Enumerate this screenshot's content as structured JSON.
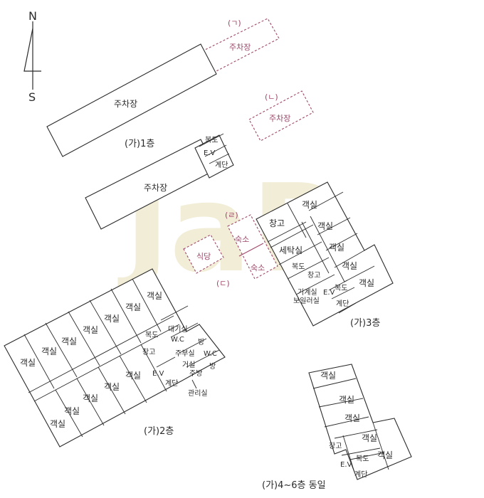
{
  "compass": {
    "north": "N",
    "south": "S"
  },
  "watermark": "JaR",
  "buildings": {
    "ga_1f": {
      "caption": "(가)1층",
      "parking_a": "주차장",
      "parking_b": "주차장",
      "corridor": "복도",
      "ev": "E.V",
      "stairs": "계단"
    },
    "ga_2f": {
      "caption": "(가)2층",
      "room": "객실",
      "corridor": "복도",
      "storage": "창고",
      "ev": "E.V",
      "stairs": "계단",
      "waiting": "대기실",
      "wc": "W.C",
      "office": "주부실",
      "room_small": "방",
      "wc2": "W.C",
      "living": "거실",
      "kitchen": "주방",
      "room_small2": "방",
      "management": "관리실"
    },
    "ga_3f": {
      "caption": "(가)3층",
      "room": "객실",
      "storage": "창고",
      "laundry": "세탁실",
      "corridor": "복도",
      "storage2": "창고",
      "ev": "E.V",
      "stairs": "계단",
      "machine_room": "기계실",
      "boiler_room": "보일러실"
    },
    "ga_4_6f": {
      "caption": "(가)4~6층 동일",
      "room": "객실",
      "storage": "창고",
      "ev": "E.V",
      "corridor": "복도",
      "stairs": "계단"
    },
    "na": {
      "label": "(ㄱ)",
      "parking": "주차장"
    },
    "nb": {
      "label": "(ㄴ)",
      "parking": "주차장"
    },
    "nc": {
      "label": "(ㄷ)",
      "cafeteria": "식당"
    },
    "nd": {
      "label": "(ㄹ)",
      "dorm_a": "숙소",
      "dorm_b": "숙소"
    }
  }
}
